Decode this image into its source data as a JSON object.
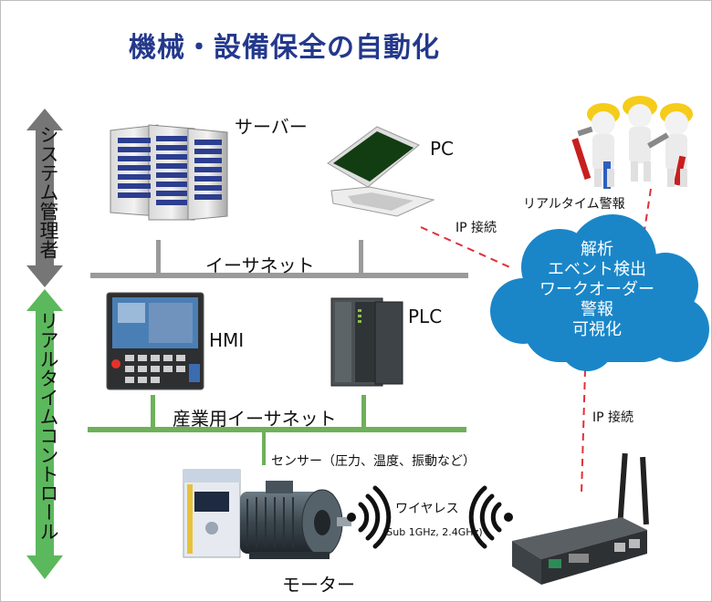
{
  "title": "機械・設備保全の自動化",
  "side_labels": {
    "upper": "システム管理者",
    "lower": "リアルタイムコントロール"
  },
  "devices": {
    "server": "サーバー",
    "pc": "PC",
    "hmi": "HMI",
    "plc": "PLC",
    "motor": "モーター"
  },
  "networks": {
    "ethernet": "イーサネット",
    "industrial_ethernet": "産業用イーサネット"
  },
  "sensor_label": "センサー（圧力、温度、振動など）",
  "wireless": {
    "label": "ワイヤレス",
    "bands": "(Sub 1GHz, 2.4GHz)"
  },
  "connections": {
    "pc_cloud": "IP 接続",
    "cloud_gateway": "IP 接続",
    "workers_alert": "リアルタイム警報"
  },
  "cloud": {
    "lines": [
      "解析",
      "エベント検出",
      "ワークオーダー",
      "警報",
      "可視化"
    ]
  },
  "colors": {
    "title": "#24398c",
    "upper_arrow": "#757575",
    "lower_arrow": "#5cb85c",
    "cloud": "#1a86c8",
    "dashed_link": "#e0303a",
    "ethernet_bus": "#9a9a9a",
    "industrial_bus": "#6fb05a"
  }
}
